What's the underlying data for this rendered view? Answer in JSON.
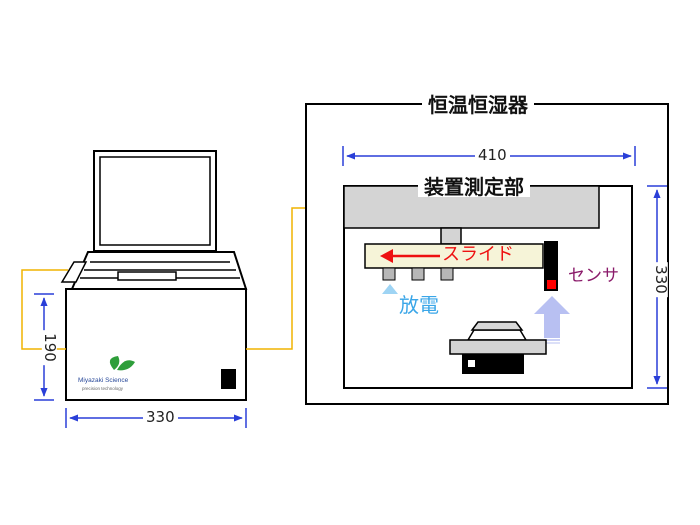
{
  "chamber": {
    "title": "恒温恒湿器",
    "width_label": "410",
    "height_label": "330"
  },
  "unit": {
    "title": "装置測定部",
    "slide_label": "スライド",
    "discharge_label": "放電",
    "sensor_label": "センサ"
  },
  "pc": {
    "width_label": "330",
    "height_label": "190",
    "logo_text": "Miyazaki Science",
    "logo_subtext": "precision technology"
  },
  "colors": {
    "cable": "#f0b400",
    "dimension": "#2a3fd8",
    "slide_arrow": "#ee1111",
    "discharge_text": "#3aa6e8",
    "sensor_text": "#8a1a6a",
    "sensor_tip": "#ff0000",
    "up_arrow": "#b8c0f2",
    "unit_panel": "#d4d4d4",
    "rail": "#f6f4d8"
  }
}
